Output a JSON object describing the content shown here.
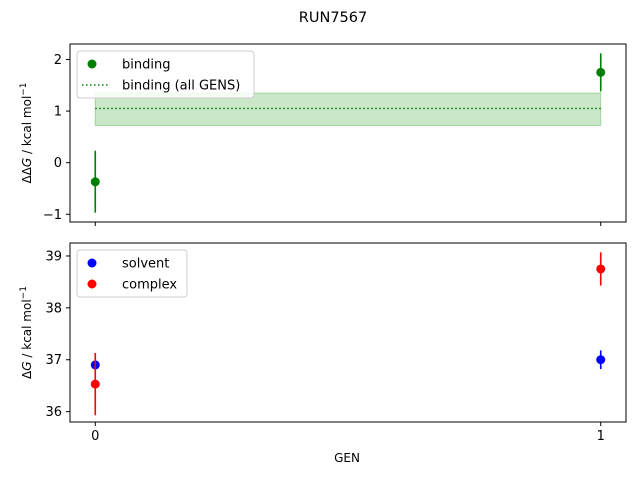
{
  "chart_data": {
    "type": "scatter",
    "title": "RUN7567",
    "xlabel": "GEN",
    "x_ticks": [
      "0",
      "1"
    ],
    "panels": [
      {
        "name": "top",
        "ylabel_base": "ΔΔ",
        "ylabel_var": "G",
        "ylabel_unit": " / kcal mol",
        "ylabel_exp": "−1",
        "ylim": [
          -1.15,
          2.3
        ],
        "yticks": [
          -1,
          0,
          1,
          2
        ],
        "ytick_labels": [
          "−1",
          "0",
          "1",
          "2"
        ],
        "xlim": [
          -0.05,
          1.05
        ],
        "grid": false,
        "legend_position": "upper-left",
        "series": [
          {
            "name": "binding",
            "color": "#008000",
            "x": [
              0,
              1
            ],
            "y": [
              -0.37,
              1.75
            ],
            "yerr": [
              0.6,
              0.37
            ]
          }
        ],
        "reference": {
          "name": "binding (all GENS)",
          "color": "#008000",
          "fill_color": "#2ca02c",
          "y": 1.05,
          "band": [
            0.72,
            1.35
          ],
          "x_range": [
            0,
            1
          ]
        }
      },
      {
        "name": "bottom",
        "ylabel_base": "Δ",
        "ylabel_var": "G",
        "ylabel_unit": " / kcal mol",
        "ylabel_exp": "−1",
        "ylim": [
          35.8,
          39.25
        ],
        "yticks": [
          36,
          37,
          38,
          39
        ],
        "ytick_labels": [
          "36",
          "37",
          "38",
          "39"
        ],
        "xlim": [
          -0.05,
          1.05
        ],
        "grid": false,
        "legend_position": "upper-left",
        "series": [
          {
            "name": "solvent",
            "color": "#0000ff",
            "x": [
              0,
              1
            ],
            "y": [
              36.9,
              37.0
            ],
            "yerr": [
              0.12,
              0.18
            ]
          },
          {
            "name": "complex",
            "color": "#ff0000",
            "x": [
              0,
              1
            ],
            "y": [
              36.53,
              38.75
            ],
            "yerr": [
              0.6,
              0.32
            ]
          }
        ]
      }
    ]
  }
}
